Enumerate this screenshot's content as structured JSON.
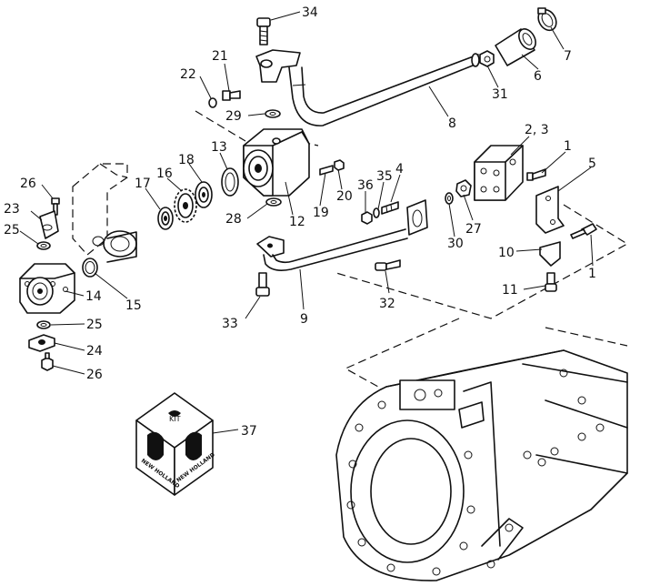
{
  "callouts": [
    {
      "id": "34",
      "text": "34"
    },
    {
      "id": "7",
      "text": "7"
    },
    {
      "id": "6",
      "text": "6"
    },
    {
      "id": "31",
      "text": "31"
    },
    {
      "id": "21",
      "text": "21"
    },
    {
      "id": "22",
      "text": "22"
    },
    {
      "id": "29",
      "text": "29"
    },
    {
      "id": "8",
      "text": "8"
    },
    {
      "id": "2-3",
      "text": "2, 3"
    },
    {
      "id": "1a",
      "text": "1"
    },
    {
      "id": "5",
      "text": "5"
    },
    {
      "id": "13",
      "text": "13"
    },
    {
      "id": "18",
      "text": "18"
    },
    {
      "id": "16",
      "text": "16"
    },
    {
      "id": "17",
      "text": "17"
    },
    {
      "id": "26a",
      "text": "26"
    },
    {
      "id": "23",
      "text": "23"
    },
    {
      "id": "25a",
      "text": "25"
    },
    {
      "id": "28",
      "text": "28"
    },
    {
      "id": "12",
      "text": "12"
    },
    {
      "id": "19",
      "text": "19"
    },
    {
      "id": "20",
      "text": "20"
    },
    {
      "id": "36",
      "text": "36"
    },
    {
      "id": "35",
      "text": "35"
    },
    {
      "id": "4",
      "text": "4"
    },
    {
      "id": "27",
      "text": "27"
    },
    {
      "id": "30",
      "text": "30"
    },
    {
      "id": "10",
      "text": "10"
    },
    {
      "id": "1b",
      "text": "1"
    },
    {
      "id": "11",
      "text": "11"
    },
    {
      "id": "14",
      "text": "14"
    },
    {
      "id": "15",
      "text": "15"
    },
    {
      "id": "9",
      "text": "9"
    },
    {
      "id": "32",
      "text": "32"
    },
    {
      "id": "33",
      "text": "33"
    },
    {
      "id": "25b",
      "text": "25"
    },
    {
      "id": "24",
      "text": "24"
    },
    {
      "id": "26b",
      "text": "26"
    },
    {
      "id": "37",
      "text": "37"
    }
  ],
  "kit_box": {
    "kit_label": "KIT",
    "brand_text": "NEW HOLLAND"
  }
}
